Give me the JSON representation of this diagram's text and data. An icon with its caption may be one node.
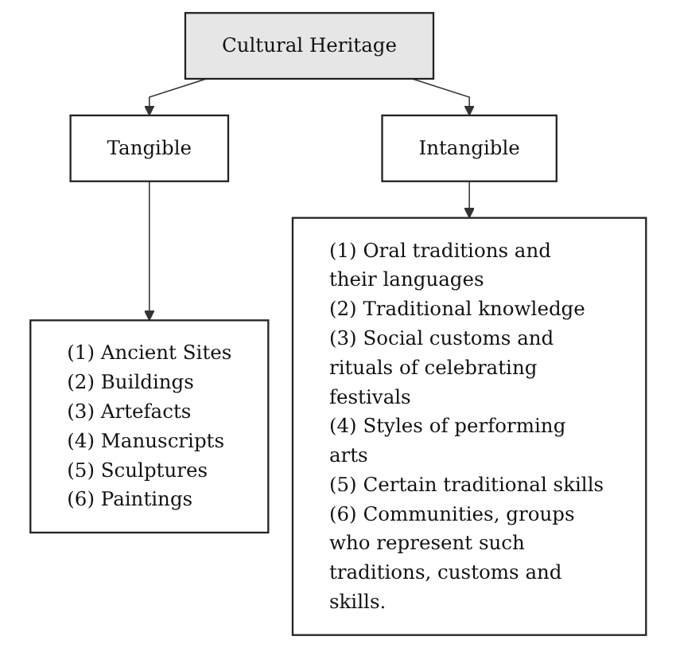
{
  "diagram": {
    "nodes": [
      {
        "text": [
          "Cultural Heritage"
        ]
      },
      {
        "text": [
          "Tangible"
        ]
      },
      {
        "text": [
          "Intangible"
        ]
      },
      {
        "text": [
          "(1) Ancient Sites",
          "(2) Buildings",
          "(3) Artefacts",
          "(4) Manuscripts",
          "(5) Sculptures",
          "(6) Paintings"
        ]
      },
      {
        "text": [
          "(1) Oral traditions and their languages",
          "(2) Traditional knowledge",
          "(3) Social customs and rituals of celebrating festivals",
          "(4) Styles of performing arts",
          "(5) Certain traditional skills",
          "(6) Communities, groups who represent such traditions, customs and skills."
        ]
      }
    ],
    "edges": [
      {
        "from": 0,
        "to": 1,
        "arrow": "to"
      },
      {
        "from": 0,
        "to": 2,
        "arrow": "to"
      },
      {
        "from": 1,
        "to": 3,
        "arrow": "to"
      },
      {
        "from": 2,
        "to": 4,
        "arrow": "to"
      }
    ]
  }
}
